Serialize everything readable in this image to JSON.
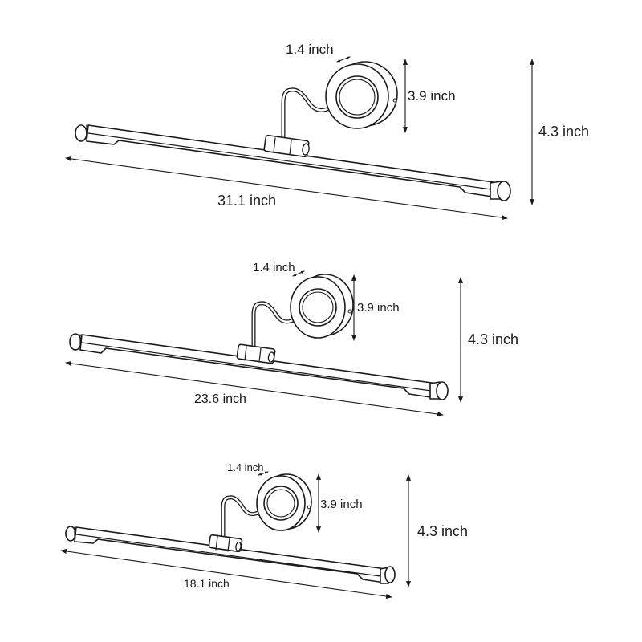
{
  "diagram": {
    "subject": "Picture light wall lamp dimensions",
    "colors": {
      "line": "#1a1a1a",
      "background": "#ffffff"
    },
    "variants": [
      {
        "id": "large",
        "length_label": "31.1 inch",
        "base_depth_label": "1.4 inch",
        "base_diameter_label": "3.9 inch",
        "overall_height_label": "4.3 inch"
      },
      {
        "id": "medium",
        "length_label": "23.6 inch",
        "base_depth_label": "1.4 inch",
        "base_diameter_label": "3.9 inch",
        "overall_height_label": "4.3 inch"
      },
      {
        "id": "small",
        "length_label": "18.1 inch",
        "base_depth_label": "1.4 inch",
        "base_diameter_label": "3.9 inch",
        "overall_height_label": "4.3 inch"
      }
    ]
  }
}
